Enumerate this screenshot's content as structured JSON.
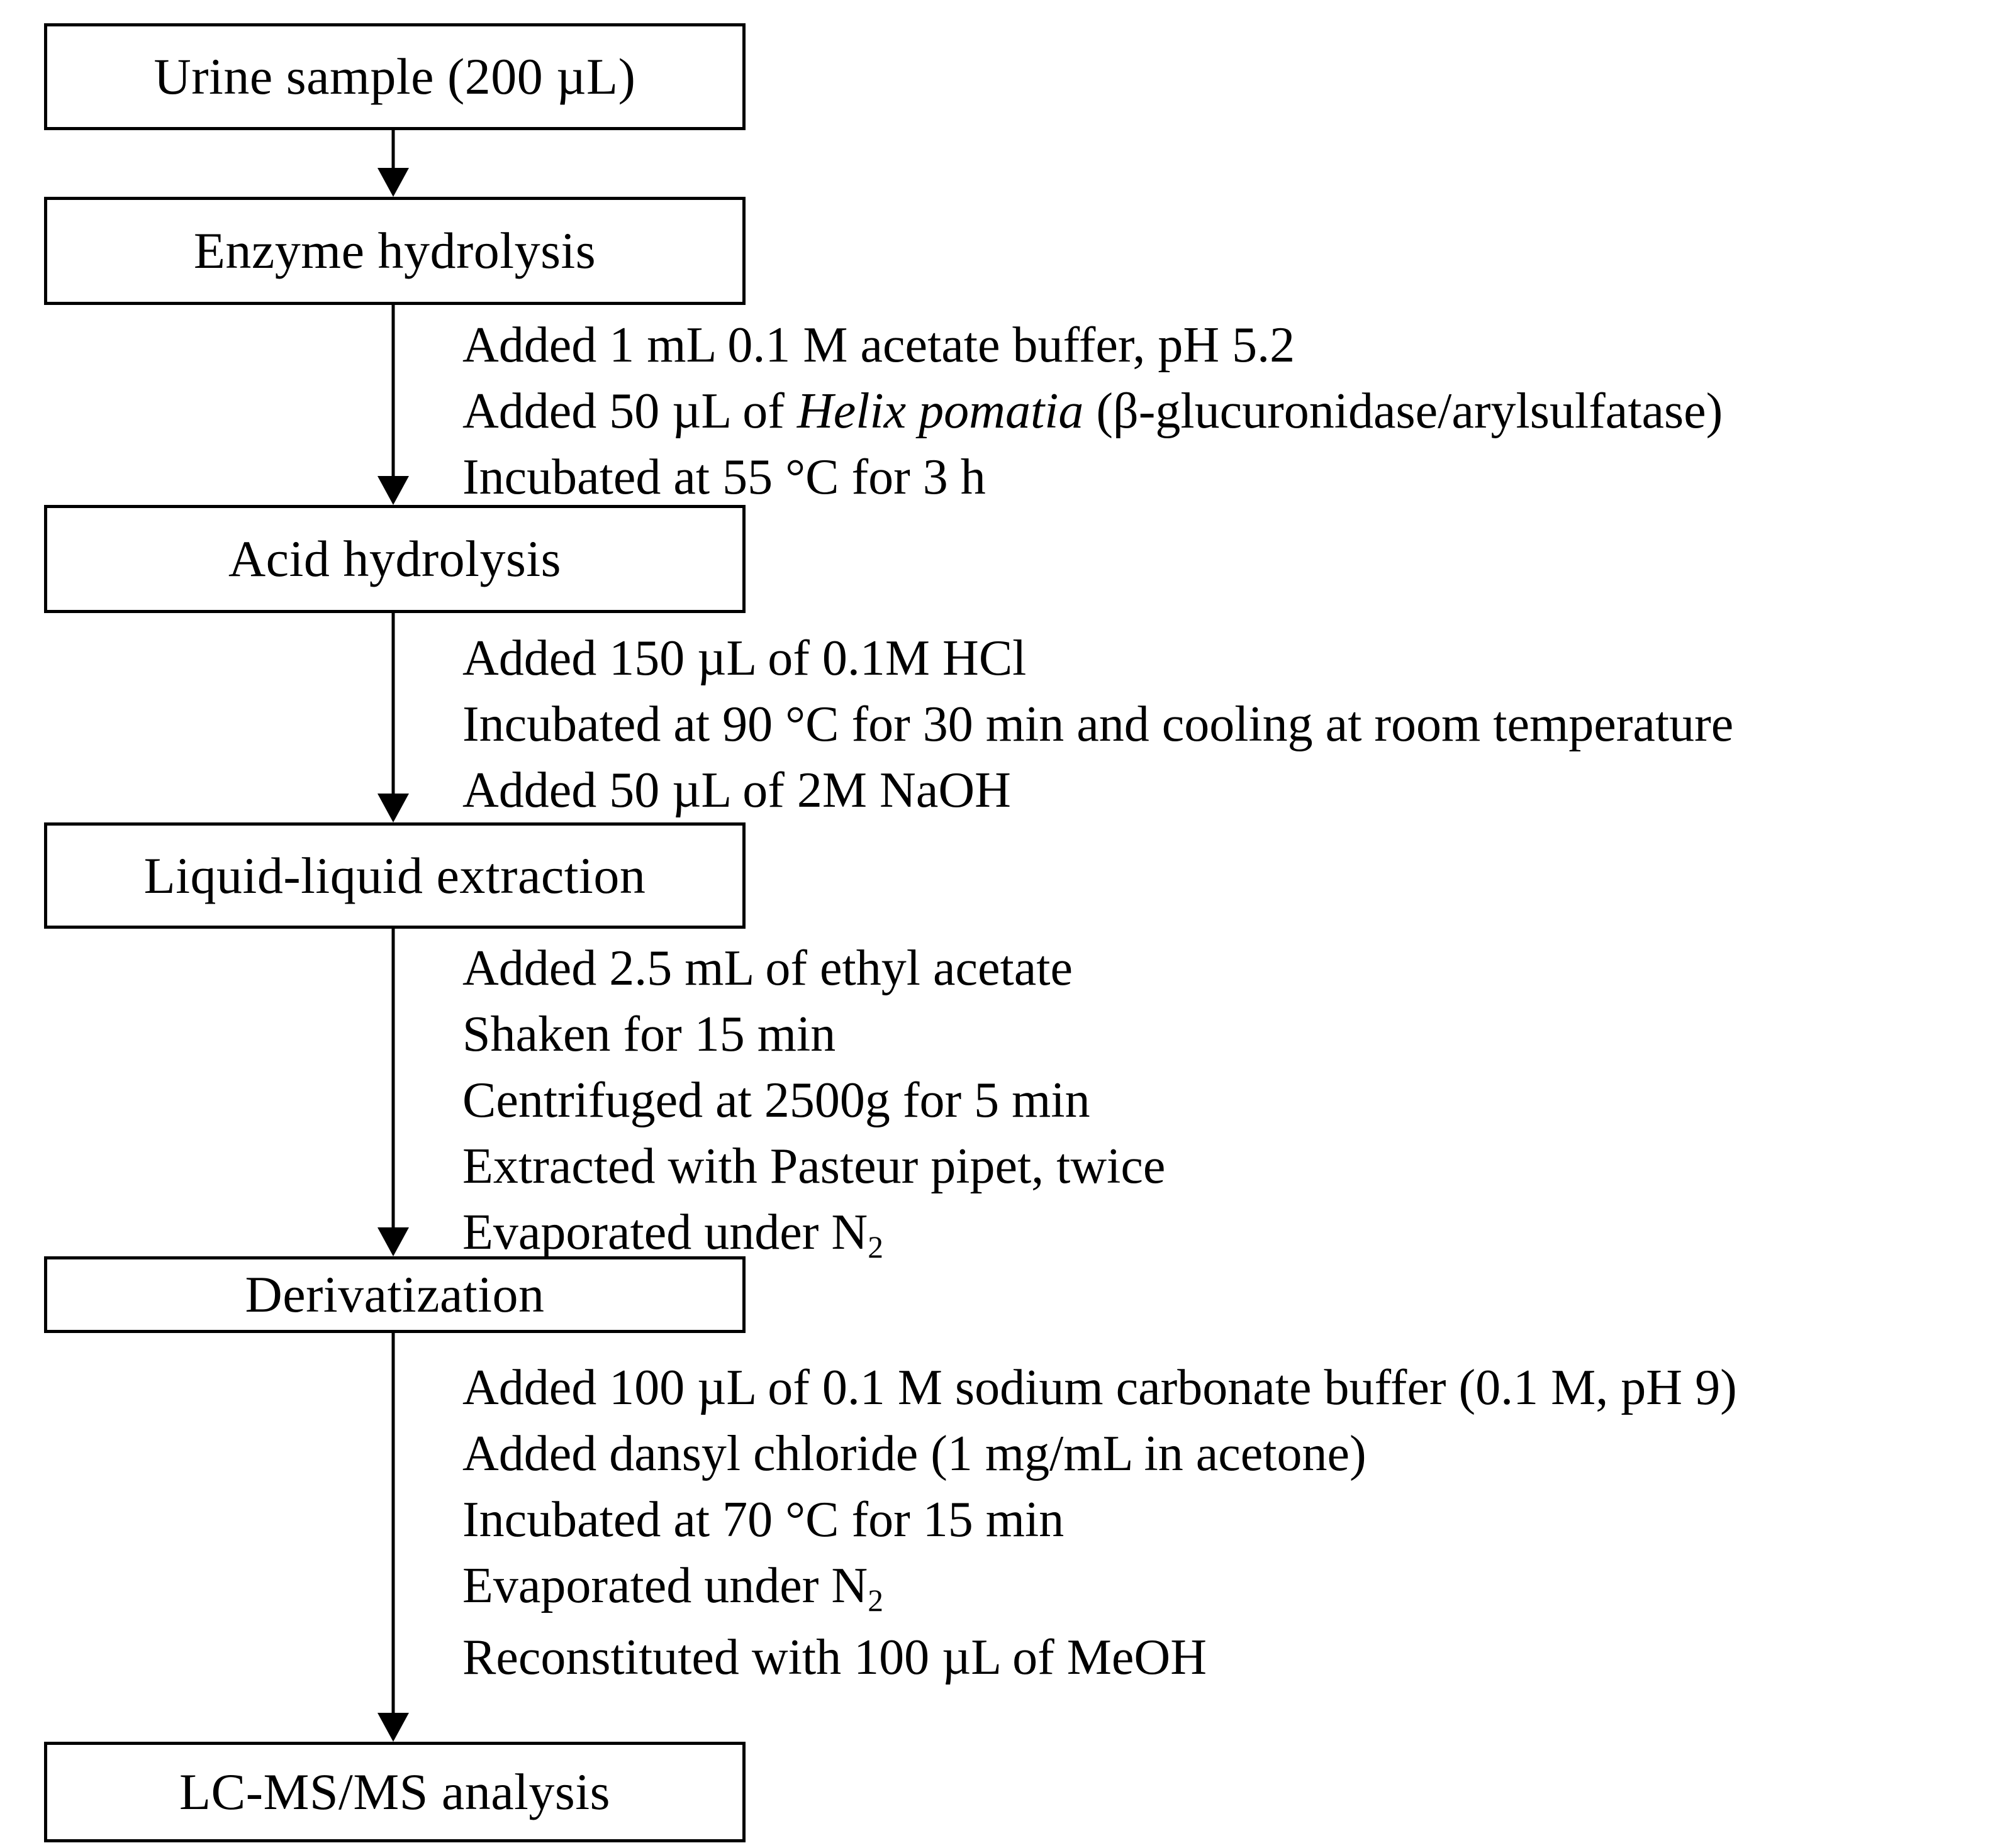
{
  "diagram": {
    "title": "Urine sample preparation and analysis workflow",
    "type": "flowchart",
    "orientation": "vertical",
    "colors": {
      "background": "#ffffff",
      "box_border": "#000000",
      "box_fill": "#ffffff",
      "text": "#000000",
      "arrow": "#000000"
    }
  },
  "nodes": [
    {
      "id": "urine-sample",
      "label": "Urine sample (200 µL)"
    },
    {
      "id": "enzyme-hydrolysis",
      "label": "Enzyme hydrolysis"
    },
    {
      "id": "acid-hydrolysis",
      "label": "Acid hydrolysis"
    },
    {
      "id": "liquid-liquid",
      "label": "Liquid-liquid  extraction"
    },
    {
      "id": "derivatization",
      "label": "Derivatization"
    },
    {
      "id": "lcmsms",
      "label": "LC-MS/MS  analysis"
    }
  ],
  "edges": [
    {
      "id": "edge-1",
      "from": "urine-sample",
      "to": "enzyme-hydrolysis",
      "annotations": []
    },
    {
      "id": "edge-2",
      "from": "enzyme-hydrolysis",
      "to": "acid-hydrolysis",
      "annotations": [
        {
          "text": "Added 1 mL 0.1 M acetate buffer, pH 5.2"
        },
        {
          "pre": "Added 50 µL of ",
          "italic": "Helix pomatia",
          "post": " (β-glucuronidase/arylsulfatase)"
        },
        {
          "text": "Incubated at 55 °C for 3 h"
        }
      ]
    },
    {
      "id": "edge-3",
      "from": "acid-hydrolysis",
      "to": "liquid-liquid",
      "annotations": [
        {
          "text": "Added 150 µL of 0.1M HCl"
        },
        {
          "text": "Incubated at 90 °C for 30 min and cooling at room temperature"
        },
        {
          "text": "Added 50 µL of 2M NaOH"
        }
      ]
    },
    {
      "id": "edge-4",
      "from": "liquid-liquid",
      "to": "derivatization",
      "annotations": [
        {
          "text": "Added 2.5 mL of ethyl acetate"
        },
        {
          "text": "Shaken for 15 min"
        },
        {
          "text": "Centrifuged at 2500g for 5 min"
        },
        {
          "text": "Extracted with Pasteur pipet,  twice"
        },
        {
          "pre": "Evaporated  under N",
          "sub": "2",
          "post": ""
        }
      ]
    },
    {
      "id": "edge-5",
      "from": "derivatization",
      "to": "lcmsms",
      "annotations": [
        {
          "text": "Added 100 µL of 0.1 M sodium carbonate buffer (0.1 M, pH 9)"
        },
        {
          "text": "Added dansyl chloride (1 mg/mL in acetone)"
        },
        {
          "text": "Incubated at 70 °C for 15 min"
        },
        {
          "pre": "Evaporated  under N",
          "sub": "2",
          "post": ""
        },
        {
          "text": "Reconstituted with 100 µL of MeOH"
        }
      ]
    }
  ]
}
